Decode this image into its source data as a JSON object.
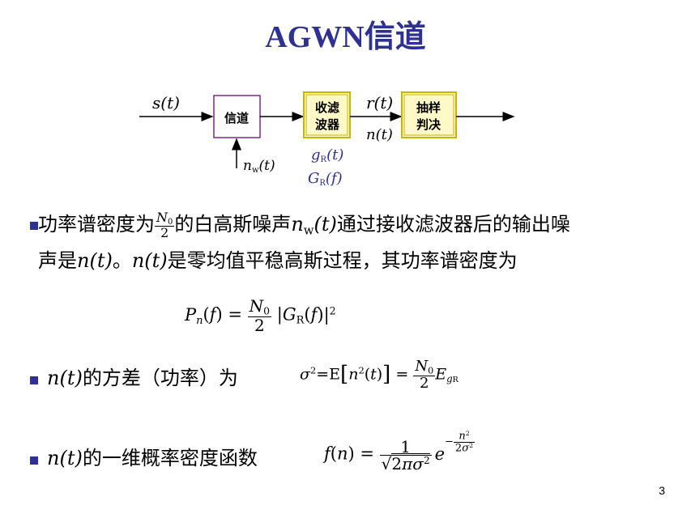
{
  "slide": {
    "title": "AGWN信道",
    "page_number": "3"
  },
  "diagram": {
    "input_label": "s(t)",
    "channel_label": "信道",
    "filter_label_line1": "收滤",
    "filter_label_line2": "波器",
    "sampler_label_line1": "抽样",
    "sampler_label_line2": "判决",
    "signal_r": "r(t)",
    "signal_n": "n(t)",
    "noise_input": "nw(t)",
    "filter_impulse": "gR(t)",
    "filter_freq": "GR(f)",
    "colors": {
      "channel_border": "#7b2c83",
      "filter_border": "#c8b400",
      "filter_fill": "#fff9c8",
      "blue_text": "#2e3192"
    }
  },
  "bullets": [
    {
      "text_a": "功率谱密度为",
      "frac_num": "N0",
      "frac_den": "2",
      "text_b": "的白高斯噪声",
      "sym_nw": "nw(t)",
      "text_c": "通过接收滤波器后的输出噪",
      "text_d": "声是",
      "sym_n1": "n(t)",
      "text_e": "。",
      "sym_n2": "n(t)",
      "text_f": "是零均值平稳高斯过程，其功率谱密度为"
    },
    {
      "sym": "n(t)",
      "text": "的方差（功率）为"
    },
    {
      "sym": "n(t)",
      "text": "的一维概率密度函数"
    }
  ]
}
